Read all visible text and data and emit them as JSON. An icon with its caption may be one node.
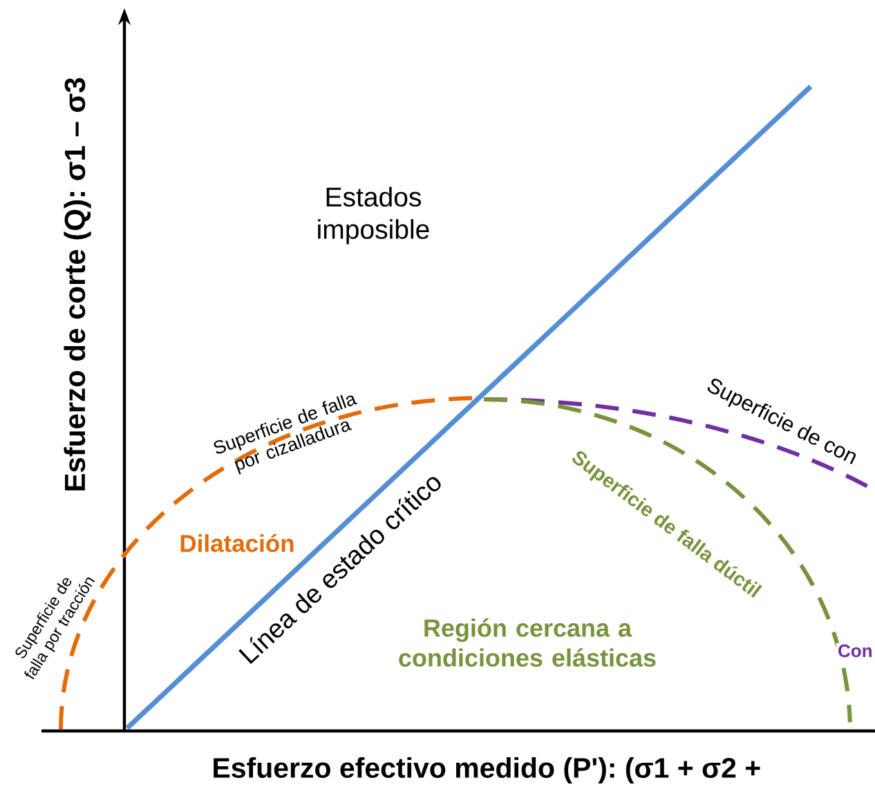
{
  "diagram": {
    "labels": [
      "Esfuerzo de corte (Q): σ1 – σ3",
      "Estados imposible",
      "Superficie de falla por cizalladura",
      "Superficie de con",
      "Superficie de falla dúctil",
      "Línea de estado crítico",
      "Dilatación",
      "Superficie de falla por tracción",
      "Región cercana a condiciones elásticas",
      "Con",
      "Esfuerzo efectivo medido (P'): (σ1 + σ2 +"
    ]
  }
}
